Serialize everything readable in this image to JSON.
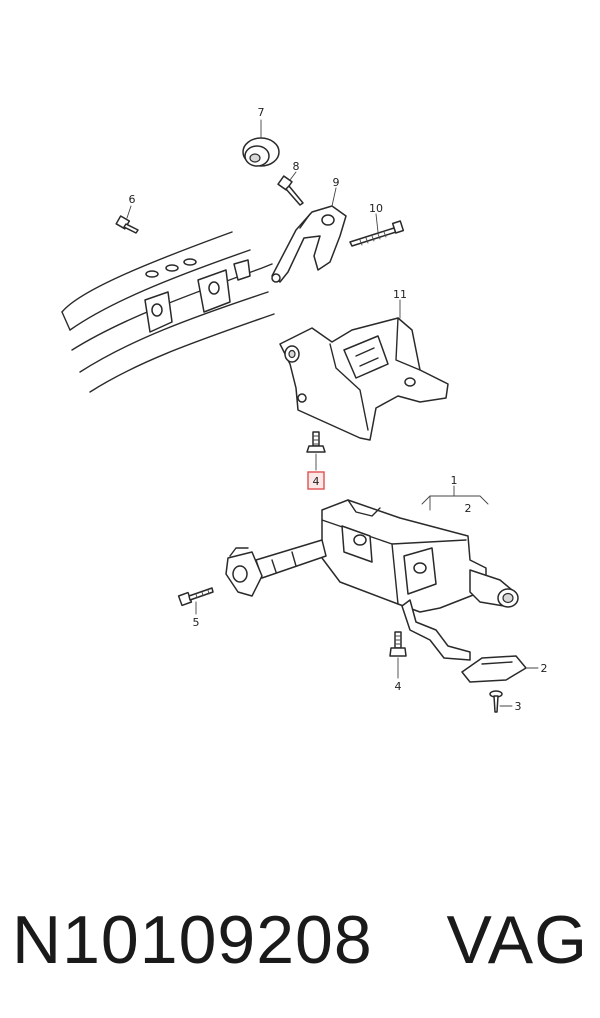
{
  "callouts": {
    "c1": "1",
    "c2": "2",
    "c2b": "2",
    "c3": "3",
    "c4": "4",
    "c4_highlight": "4",
    "c5": "5",
    "c6": "6",
    "c7": "7",
    "c8": "8",
    "c9": "9",
    "c10": "10",
    "c11": "11"
  },
  "highlight_color": "#e05050",
  "footer": {
    "part_number": "N10109208",
    "brand": "VAG"
  }
}
